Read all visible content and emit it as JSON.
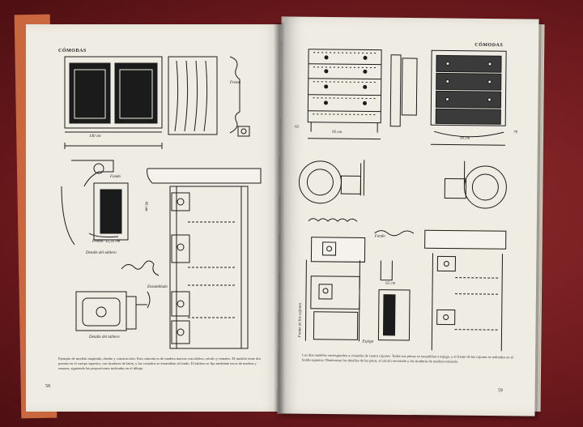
{
  "book": {
    "left_page": {
      "running_head": "CÓMODAS",
      "page_number": "58",
      "labels": {
        "frente": "Frente",
        "frente_cm": "Frente: 32,35 cm",
        "fondo": "Fondo",
        "detalle_tablero": "Detalle del tablero",
        "detalle_tablero_2": "Detalle del tablero",
        "dim_top": "140 cm",
        "dim_side": "45 cm",
        "ensamblado": "Ensamblado"
      },
      "caption": "Ejemplo de modelo inspirado, diseño y construcción. Esta cómoda es de madera maciza con tablero, zócalo y remates. El modelo tiene dos puertas en el cuerpo superior, con tiradores de latón, y los costados se ensamblan al fondo. El tablero se fija mediante tacos de madera y ranuras, siguiendo las proporciones indicadas en el dibujo."
    },
    "right_page": {
      "running_head": "CÓMODAS",
      "page_number": "59",
      "labels": {
        "left_side": "62",
        "right_side": "79",
        "dim_a": "95 cm",
        "dim_b": "90 cm",
        "fondo": "Fondo",
        "frente_cajones": "Frente de los cajones",
        "dim_c": "65 cm",
        "espiga": "Espiga"
      },
      "caption": "Los dos modelos corresponden a cómodas de cuatro cajones. Todas sus piezas se ensamblan a espiga, y el frente de los cajones se redondea en el borde superior. Obsérvense los detalles de las patas, el zócalo recortado y los tiradores de madera torneada."
    }
  },
  "colors": {
    "tablecloth": "#7a1f22",
    "cover": "#c9683f",
    "paper": "#efece3",
    "ink": "#1b1b1b"
  }
}
